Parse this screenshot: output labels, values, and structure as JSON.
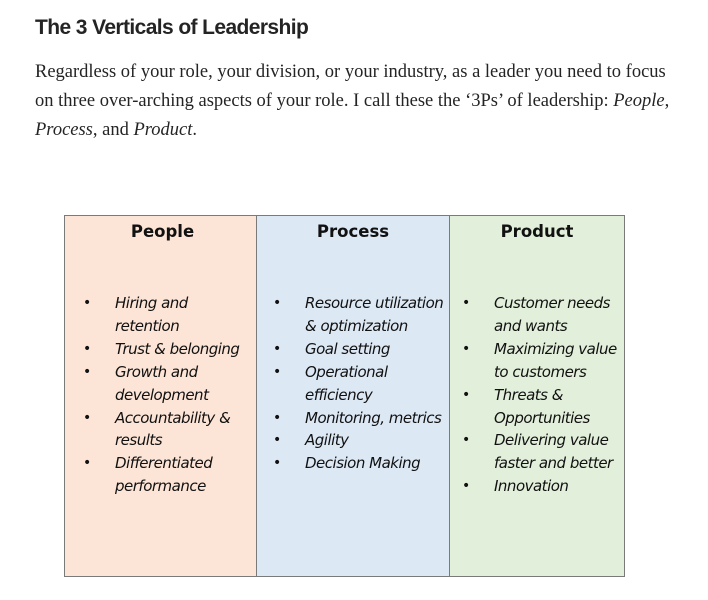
{
  "article": {
    "title": "The 3 Verticals of Leadership",
    "paragraph": {
      "part1": "Regardless of your role, your division, or your industry, as a leader you need to focus on three over-arching aspects of your role. I call these the ‘3Ps’ of leadership: ",
      "em1": "People",
      "sep1": ", ",
      "em2": "Process",
      "sep2": ", and ",
      "em3": "Product",
      "end": "."
    }
  },
  "table": {
    "colors": {
      "people": "#fce4d6",
      "process": "#dde8f5",
      "product": "#e2efda",
      "border": "#7a7a7a"
    },
    "columns": [
      {
        "header": "People",
        "items": [
          "Hiring and retention",
          "Trust & belonging",
          "Growth and development",
          "Accountability & results",
          "Differentiated performance"
        ]
      },
      {
        "header": "Process",
        "items": [
          "Resource utilization & optimization",
          "Goal setting",
          "Operational efficiency",
          "Monitoring, metrics",
          "Agility",
          "Decision Making"
        ]
      },
      {
        "header": "Product",
        "items": [
          "Customer needs and wants",
          "Maximizing value to customers",
          "Threats & Opportunities",
          "Delivering value faster and better",
          "Innovation"
        ]
      }
    ],
    "bullet": "•"
  }
}
